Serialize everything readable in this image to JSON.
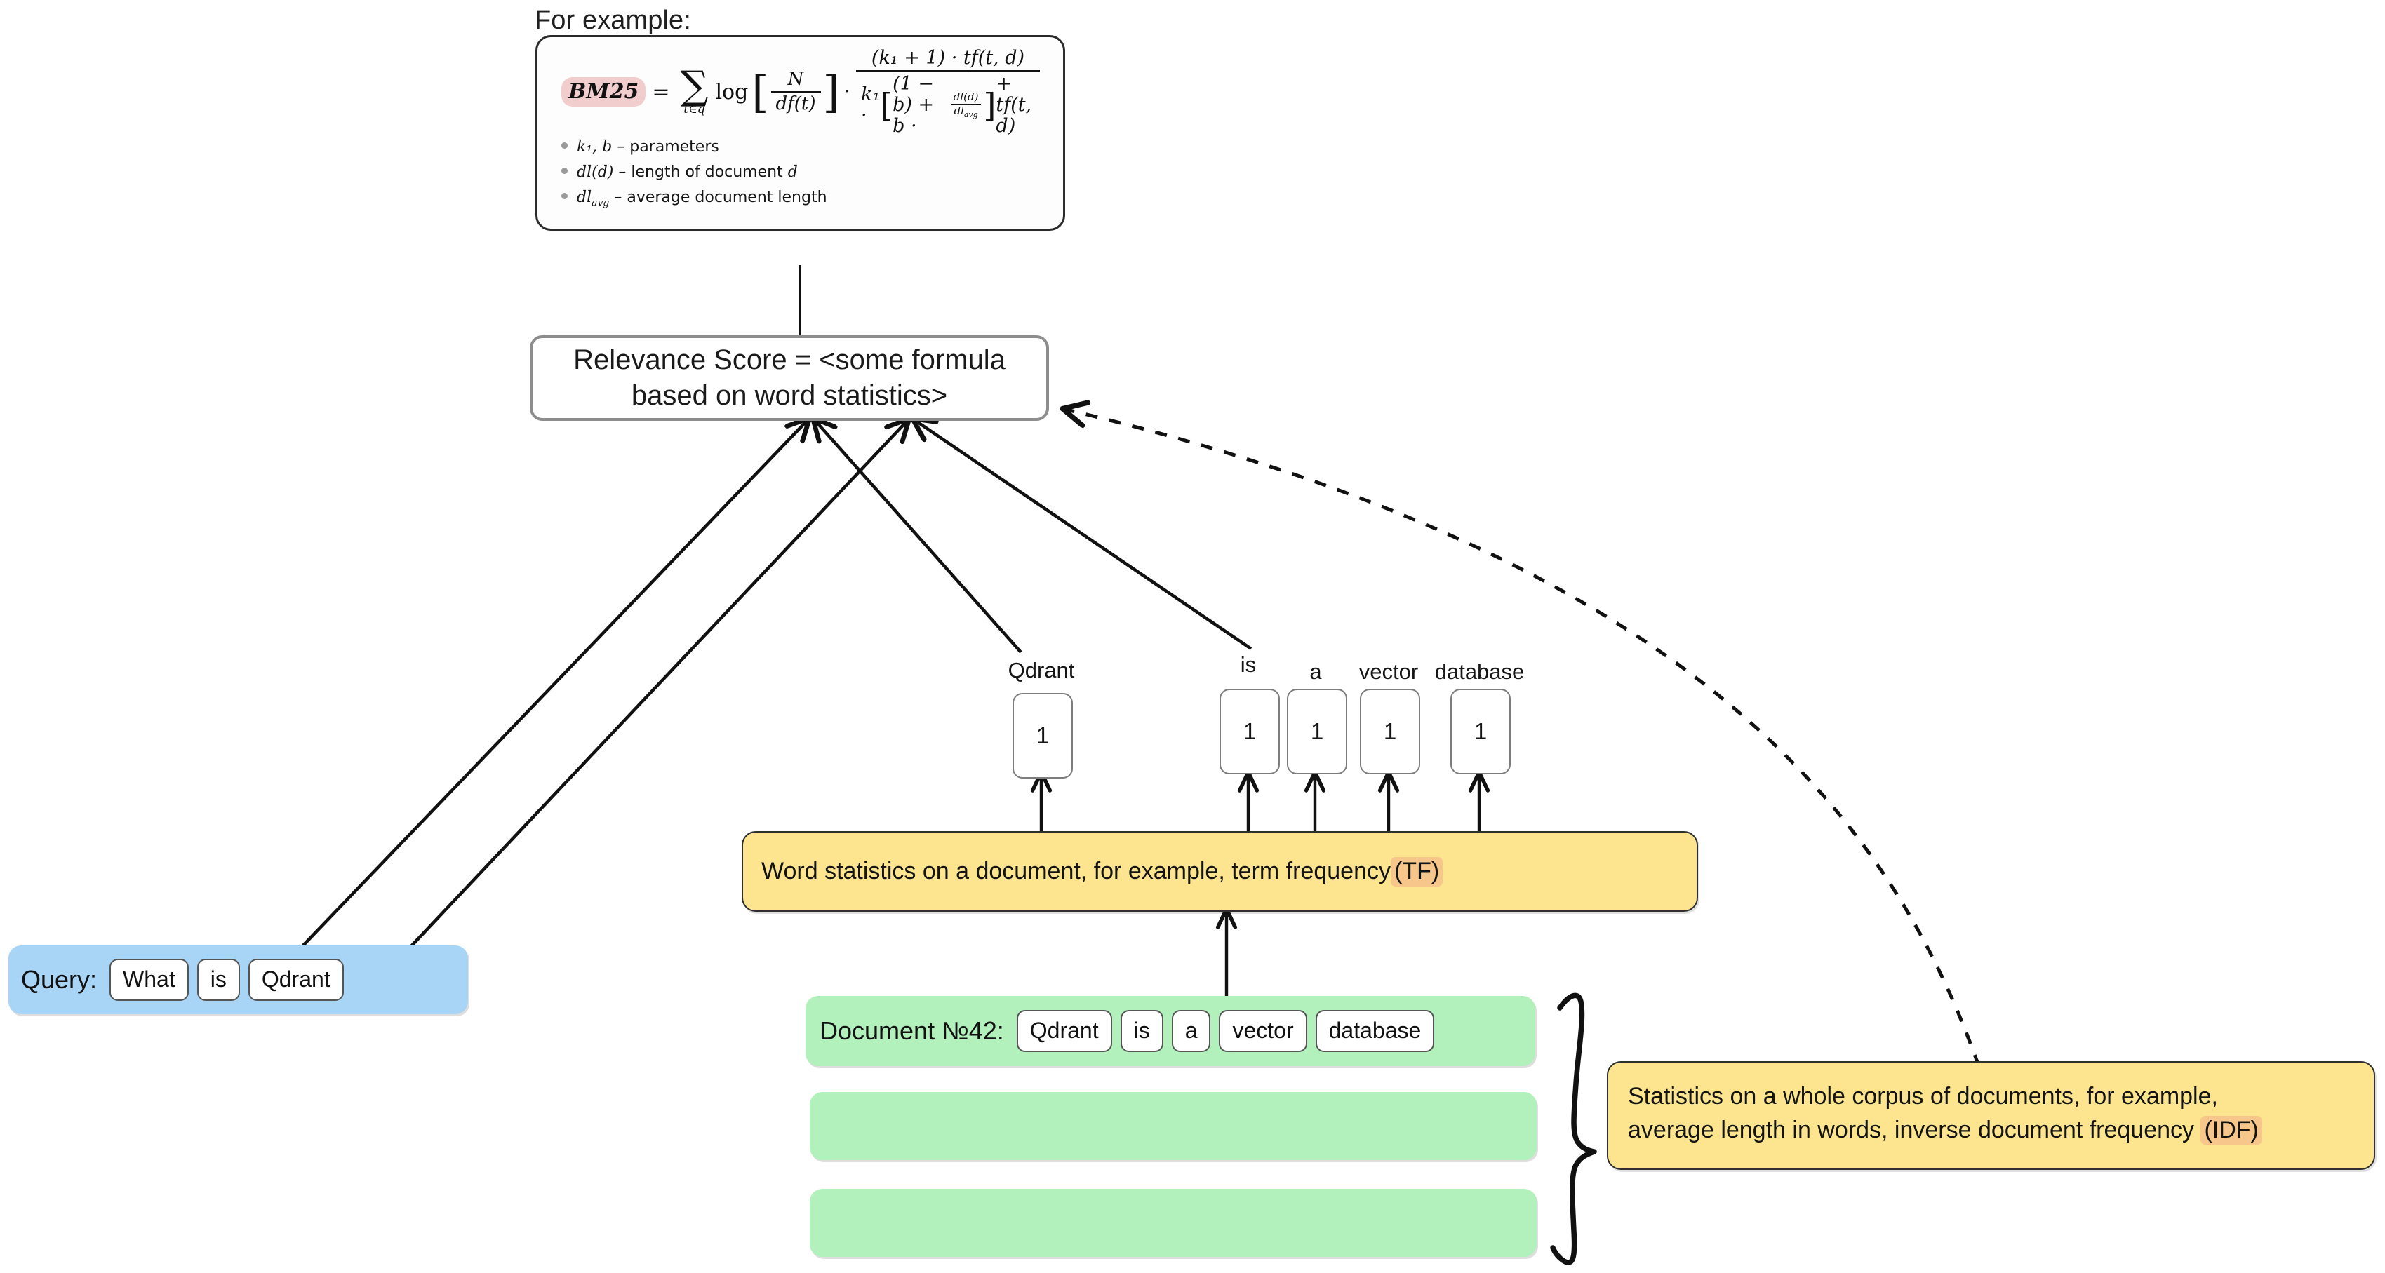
{
  "caption": "For example:",
  "formula": {
    "name": "BM25",
    "equals": "=",
    "sum_symbol": "∑",
    "sum_subscript": "t∈q",
    "log": "log",
    "idf_numerator": "N",
    "idf_denominator": "df(t)",
    "tf_numerator": "(k₁ + 1) · tf(t, d)",
    "tf_denominator_lead": "k₁ ·",
    "tf_denominator_one_minus_b": "(1 − b) + b ·",
    "tf_dl_num": "dl(d)",
    "tf_dl_den": "dl",
    "tf_dl_den_sub": "avg",
    "tf_denominator_tail": "+ tf(t, d)",
    "dot": "·",
    "bullets": [
      {
        "symbol": "k₁, b",
        "text": "– parameters"
      },
      {
        "symbol": "dl(d)",
        "text": "– length of document",
        "trailing_italic": "d"
      },
      {
        "symbol": "dl",
        "symbol_sub": "avg",
        "text": "– average document length"
      }
    ]
  },
  "relevance_score": {
    "line1": "Relevance Score = <some formula",
    "line2": "based on word statistics>"
  },
  "term_counts": [
    {
      "label": "Qdrant",
      "value": "1"
    },
    {
      "label": "is",
      "value": "1"
    },
    {
      "label": "a",
      "value": "1"
    },
    {
      "label": "vector",
      "value": "1"
    },
    {
      "label": "database",
      "value": "1"
    }
  ],
  "tf_banner": {
    "text": "Word statistics on a document, for example, term frequency ",
    "highlight": "(TF)"
  },
  "idf_banner": {
    "line1": "Statistics on a whole corpus of documents, for example,",
    "line2": "average length in words, inverse document frequency ",
    "highlight": "(IDF)"
  },
  "query": {
    "label": "Query:",
    "tokens": [
      "What",
      "is",
      "Qdrant"
    ]
  },
  "document": {
    "label": "Document №42:",
    "tokens": [
      "Qdrant",
      "is",
      "a",
      "vector",
      "database"
    ]
  },
  "colors": {
    "query_fill": "#a8d4f5",
    "document_fill": "#b2f0bc",
    "banner_fill": "#fce58e",
    "bm25_highlight": "#f2cdcd",
    "tf_highlight": "#f6c68a",
    "score_border": "#8d8d8d",
    "edge": "#111111"
  }
}
